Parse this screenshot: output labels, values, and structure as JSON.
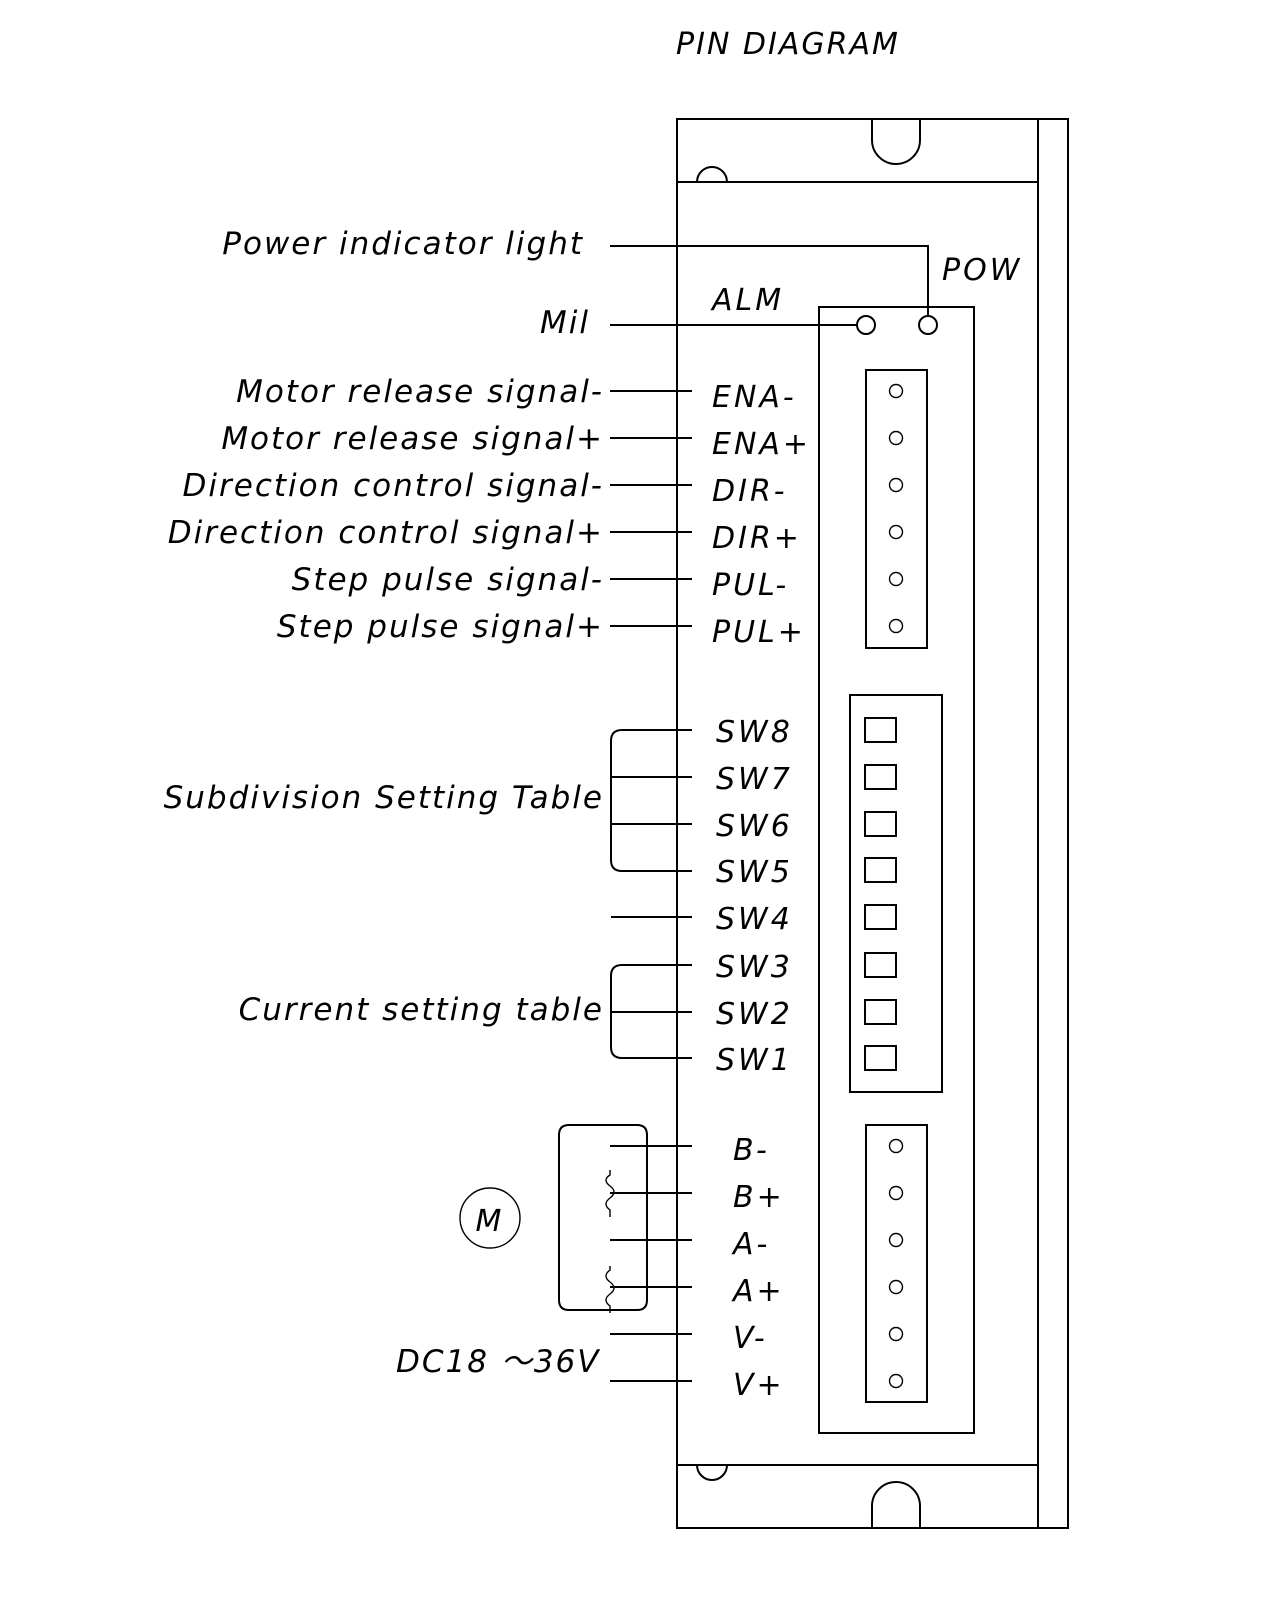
{
  "title": "PIN DIAGRAM",
  "indicators": {
    "power_label": "Power indicator light",
    "pow_pin": "POW",
    "alarm_label": "Mil",
    "alm_pin": "ALM"
  },
  "signal_pins": [
    {
      "description": "Motor release signal-",
      "pin": "ENA-"
    },
    {
      "description": "Motor release signal+",
      "pin": "ENA+"
    },
    {
      "description": "Direction control signal-",
      "pin": "DIR-"
    },
    {
      "description": "Direction control signal+",
      "pin": "DIR+"
    },
    {
      "description": "Step pulse signal-",
      "pin": "PUL-"
    },
    {
      "description": "Step pulse signal+",
      "pin": "PUL+"
    }
  ],
  "dip_switches": [
    "SW8",
    "SW7",
    "SW6",
    "SW5",
    "SW4",
    "SW3",
    "SW2",
    "SW1"
  ],
  "switch_groups": {
    "subdivision": "Subdivision Setting Table",
    "current": "Current setting table"
  },
  "motor": {
    "symbol": "M",
    "pins": [
      "B-",
      "B+",
      "A-",
      "A+"
    ]
  },
  "power": {
    "label": "DC18 ～36V",
    "pins": [
      "V-",
      "V+"
    ]
  }
}
